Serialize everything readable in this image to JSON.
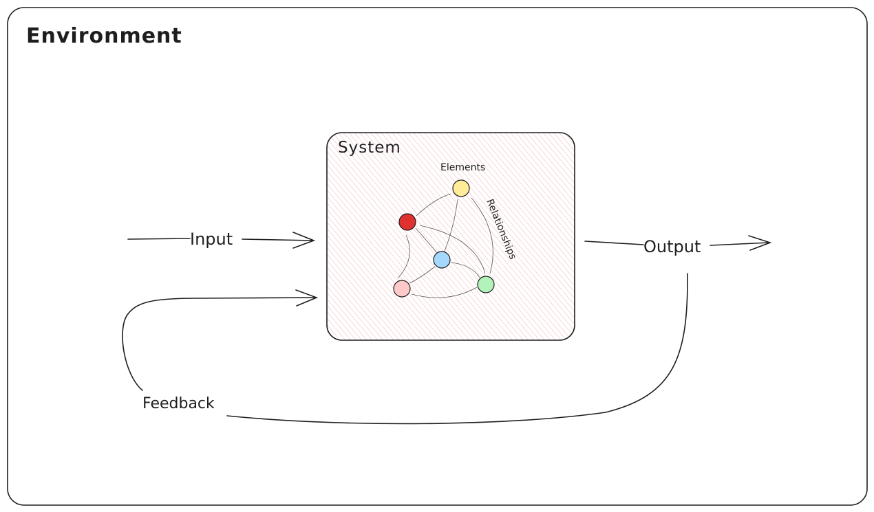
{
  "environment": {
    "label": "Environment"
  },
  "system": {
    "label": "System",
    "fill_color": "#f4a6ad",
    "elements_label": "Elements",
    "relationships_label": "Relationships",
    "nodes": [
      {
        "name": "red",
        "color": "#e03131"
      },
      {
        "name": "yellow",
        "color": "#ffec99"
      },
      {
        "name": "blue",
        "color": "#a5d8ff"
      },
      {
        "name": "pink",
        "color": "#ffc9c9"
      },
      {
        "name": "green",
        "color": "#b2f2bb"
      }
    ]
  },
  "flows": {
    "input_label": "Input",
    "output_label": "Output",
    "feedback_label": "Feedback"
  }
}
